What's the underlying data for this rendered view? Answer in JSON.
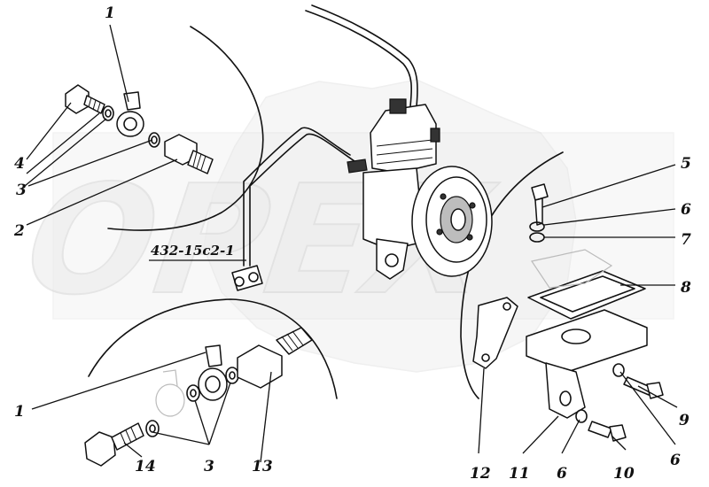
{
  "drawing_code": "432-15с2-1",
  "labels": {
    "p1_top": "1",
    "p1_bottom": "1",
    "p2": "2",
    "p3_top": "3",
    "p3_bottom": "3",
    "p4": "4",
    "p5": "5",
    "p6_right": "6",
    "p6_mid": "6",
    "p6_bottom": "6",
    "p7": "7",
    "p8": "8",
    "p9": "9",
    "p10": "10",
    "p11": "11",
    "p12": "12",
    "p13": "13",
    "p14": "14"
  }
}
